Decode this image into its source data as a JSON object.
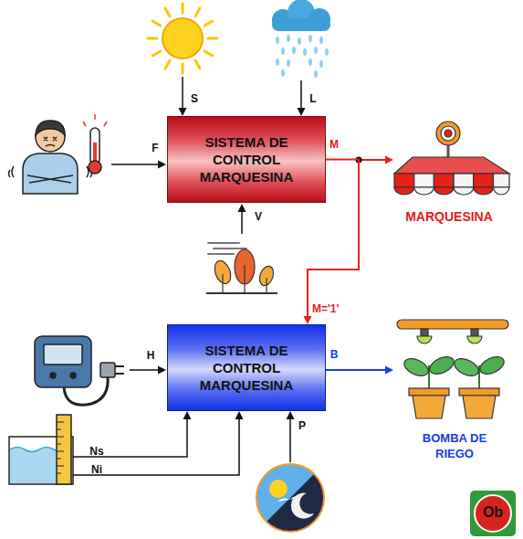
{
  "diagram": {
    "nodes": [
      {
        "text": [
          "SISTEMA DE CONTROL MARQUESINA"
        ]
      },
      {
        "text": [
          "SISTEMA DE CONTROL MARQUESINA"
        ]
      }
    ],
    "edges": [
      {
        "from": 0,
        "to": 1,
        "arrow": "to",
        "label": "M='1'"
      }
    ],
    "labels": [
      "S",
      "L",
      "F",
      "M",
      "V",
      "H",
      "Ns",
      "Ni",
      "P",
      "B",
      "MARQUESINA",
      "BOMBA DE RIEGO",
      "Ob"
    ]
  }
}
